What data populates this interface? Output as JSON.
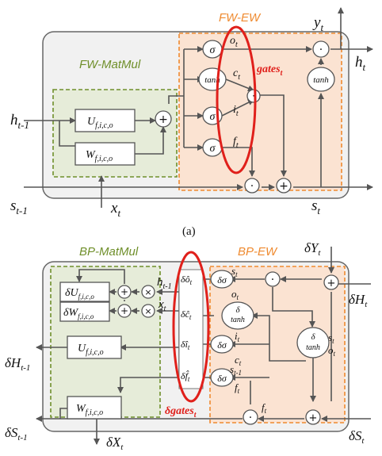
{
  "top": {
    "region_left_title": "FW-MatMul",
    "region_right_title": "FW-EW",
    "red_label": "gates",
    "red_label_sub": "t",
    "box_u": "U",
    "box_u_sub": "f,i,c,o",
    "box_w": "W",
    "box_w_sub": "f,i,c,o",
    "sigma": "σ",
    "tanh": "tanh",
    "input_h": "h",
    "input_h_sub": "t-1",
    "input_s": "s",
    "input_s_sub": "t-1",
    "input_x": "x",
    "input_x_sub": "t",
    "output_y": "y",
    "output_y_sub": "t",
    "output_h": "h",
    "output_h_sub": "t",
    "output_s": "s",
    "output_s_sub": "t",
    "gate_o": "o",
    "gate_c": "c",
    "gate_i": "i",
    "gate_f": "f",
    "gate_sub": "t",
    "caption": "(a)"
  },
  "bottom": {
    "region_left_title": "BP-MatMul",
    "region_right_title": "BP-EW",
    "red_label": "δgates",
    "red_label_sub": "t",
    "box_du": "δU",
    "box_dw": "δW",
    "box_u": "U",
    "box_w": "W",
    "box_sub": "f,i,c,o",
    "dsigma": "δσ",
    "dtanh_top": "δ",
    "dtanh_bottom": "tanh",
    "dgate_o": "δô",
    "dgate_c": "δĉ",
    "dgate_i": "δî",
    "dgate_f": "δf̂",
    "gate_sub": "t",
    "in_dY": "δY",
    "in_dH": "δH",
    "in_dS": "δS",
    "sub_t": "t",
    "out_dH": "δH",
    "out_dS": "δS",
    "sub_t1": "t-1",
    "out_dX": "δX",
    "side_h": "h",
    "side_h_sub": "t-1",
    "side_x": "x",
    "side_x_sub": "t",
    "lbl_s": "s",
    "lbl_o": "o",
    "lbl_i": "i",
    "lbl_c": "c",
    "lbl_s1_sub": "t-1",
    "lbl_f": "f"
  },
  "colors": {
    "outer_fill": "#f1f1f1",
    "green_fill": "#e6ecd9",
    "green_border": "#6f8f2a",
    "orange_fill": "#fbe3d2",
    "orange_border": "#ef8a2f",
    "red": "#e0201b"
  }
}
